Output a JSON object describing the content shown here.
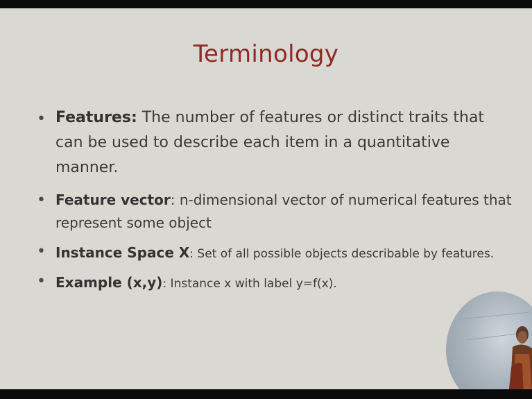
{
  "slide": {
    "title": "Terminology",
    "bullets": [
      {
        "term": "Features:",
        "text": " The number of features or distinct traits that can be used to describe each item in a quantitative manner."
      },
      {
        "term": "Feature vector",
        "text": ":  n-dimensional vector of numerical features that represent some object"
      },
      {
        "term": "Instance Space X",
        "text": ": Set of all possible objects describable by features."
      },
      {
        "term": "Example (x,y)",
        "text": ": Instance x with label y=f(x)."
      }
    ]
  },
  "colors": {
    "title": "#8e2a25",
    "background": "#d9d8d3",
    "body_text": "#3a3a3a"
  },
  "icons": [
    "bullet-dot-icon",
    "presenter-webcam"
  ]
}
